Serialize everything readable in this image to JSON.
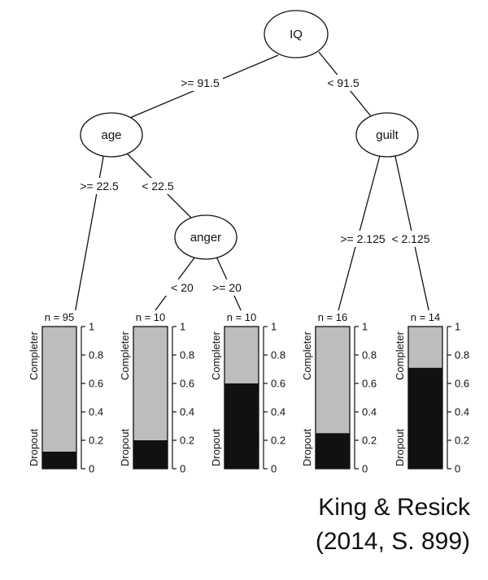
{
  "nodes": {
    "root": {
      "label": "IQ"
    },
    "age": {
      "label": "age"
    },
    "guilt": {
      "label": "guilt"
    },
    "anger": {
      "label": "anger"
    }
  },
  "edges": {
    "root_age": ">= 91.5",
    "root_guilt": "< 91.5",
    "age_leaf1": ">= 22.5",
    "age_anger": "< 22.5",
    "anger_leaf2": "< 20",
    "anger_leaf3": ">= 20",
    "guilt_leaf4": ">= 2.125",
    "guilt_leaf5": "< 2.125"
  },
  "leaves": [
    {
      "n_label": "n = 95",
      "dropout": 0.12
    },
    {
      "n_label": "n = 10",
      "dropout": 0.2
    },
    {
      "n_label": "n = 10",
      "dropout": 0.6
    },
    {
      "n_label": "n = 16",
      "dropout": 0.25
    },
    {
      "n_label": "n = 14",
      "dropout": 0.71
    }
  ],
  "leaf_axis_ticks": [
    "0",
    "0.2",
    "0.4",
    "0.6",
    "0.8",
    "1"
  ],
  "leaf_labels": {
    "top": "Completer",
    "bottom": "Dropout"
  },
  "colors": {
    "completer": "#bdbdbd",
    "dropout": "#111111",
    "line": "#111111"
  },
  "citation": {
    "line1": "King & Resick",
    "line2": "(2014, S. 899)"
  }
}
